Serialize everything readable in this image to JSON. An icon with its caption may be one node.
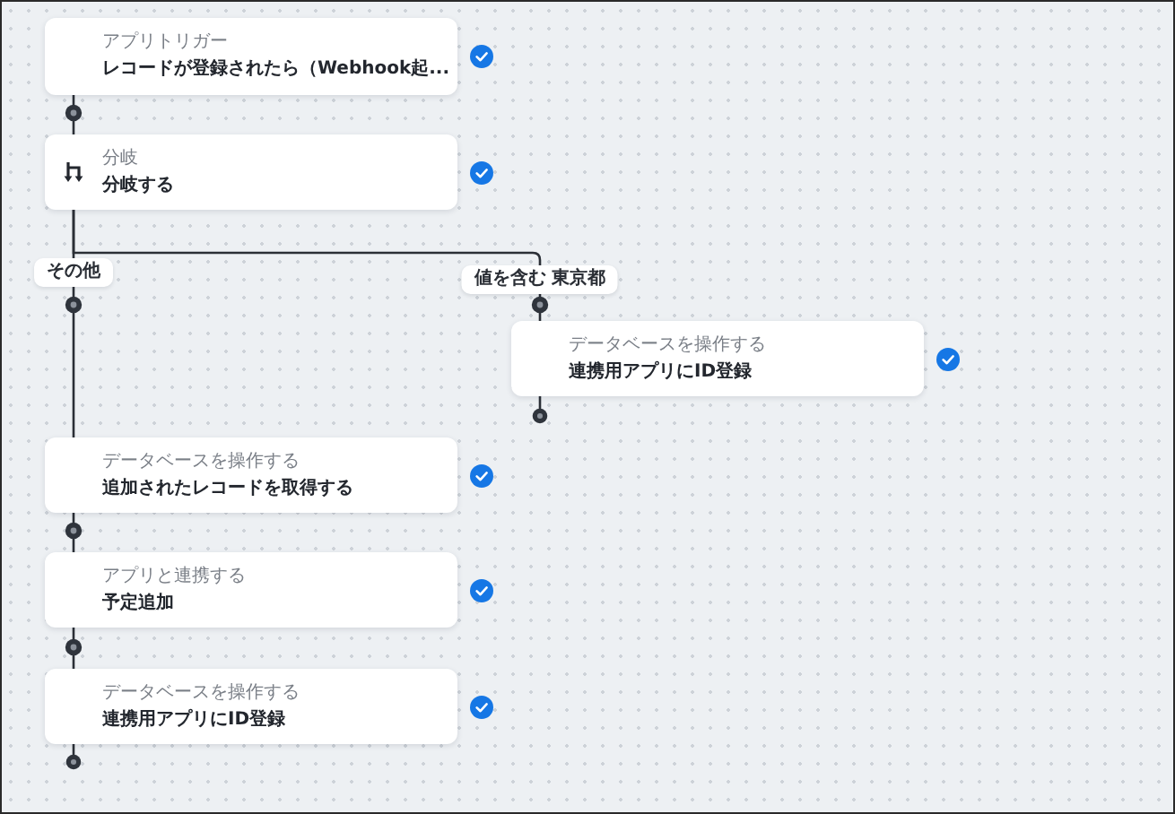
{
  "diagram": {
    "nodes": [
      {
        "text": [
          "アプリトリガー",
          "レコードが登録されたら（Webhook起..."
        ]
      },
      {
        "text": [
          "分岐",
          "分岐する"
        ]
      },
      {
        "text": [
          "その他"
        ]
      },
      {
        "text": [
          "値を含む 東京都"
        ]
      },
      {
        "text": [
          "データベースを操作する",
          "連携用アプリにID登録"
        ]
      },
      {
        "text": [
          "データベースを操作する",
          "追加されたレコードを取得する"
        ]
      },
      {
        "text": [
          "アプリと連携する",
          "予定追加"
        ]
      },
      {
        "text": [
          "データベースを操作する",
          "連携用アプリにID登録"
        ]
      }
    ],
    "edges": [
      {
        "from": 0,
        "to": 1,
        "arrow": "none"
      },
      {
        "from": 1,
        "to": 2,
        "arrow": "none"
      },
      {
        "from": 1,
        "to": 3,
        "arrow": "none"
      },
      {
        "from": 3,
        "to": 4,
        "arrow": "none"
      },
      {
        "from": 4,
        "to": null,
        "arrow": "other"
      },
      {
        "from": 2,
        "to": 5,
        "arrow": "none"
      },
      {
        "from": 5,
        "to": 6,
        "arrow": "none"
      },
      {
        "from": 6,
        "to": 7,
        "arrow": "none"
      },
      {
        "from": 7,
        "to": null,
        "arrow": "other"
      }
    ]
  }
}
